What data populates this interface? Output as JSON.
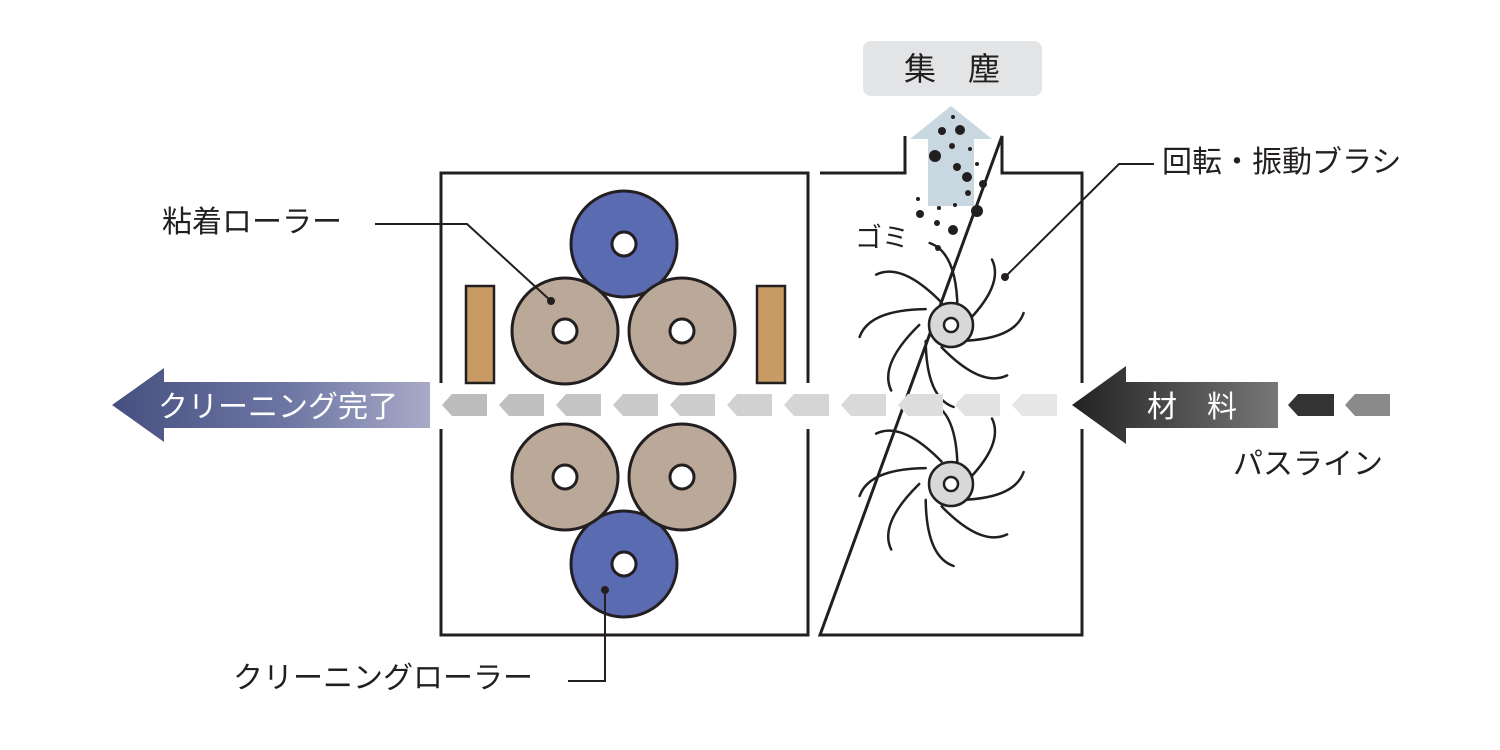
{
  "labels": {
    "dust_collection": "集　塵",
    "rotating_brush": "回転・振動ブラシ",
    "dust": "ゴミ",
    "adhesive_roller": "粘着ローラー",
    "cleaning_done": "クリーニング完了",
    "material": "材　料",
    "pass_line": "パスライン",
    "cleaning_roller": "クリーニングローラー"
  },
  "colors": {
    "outline": "#231f20",
    "cleaning_roller": "#5b6bb1",
    "adhesive_roller": "#baa898",
    "side_pad": "#c89b64",
    "brush_hub": "#d8d8d8",
    "dust_label_box": "#e2e4e5",
    "exhaust_arrow": "#c9d7e1",
    "done_arrow_dark": "#465080",
    "done_arrow_light": "#a9aac7",
    "material_arrow_dark": "#222222",
    "material_arrow_light": "#777777",
    "pass_chevron_dark": "#bcbcbc",
    "pass_chevron_light": "#e6e6e6"
  }
}
